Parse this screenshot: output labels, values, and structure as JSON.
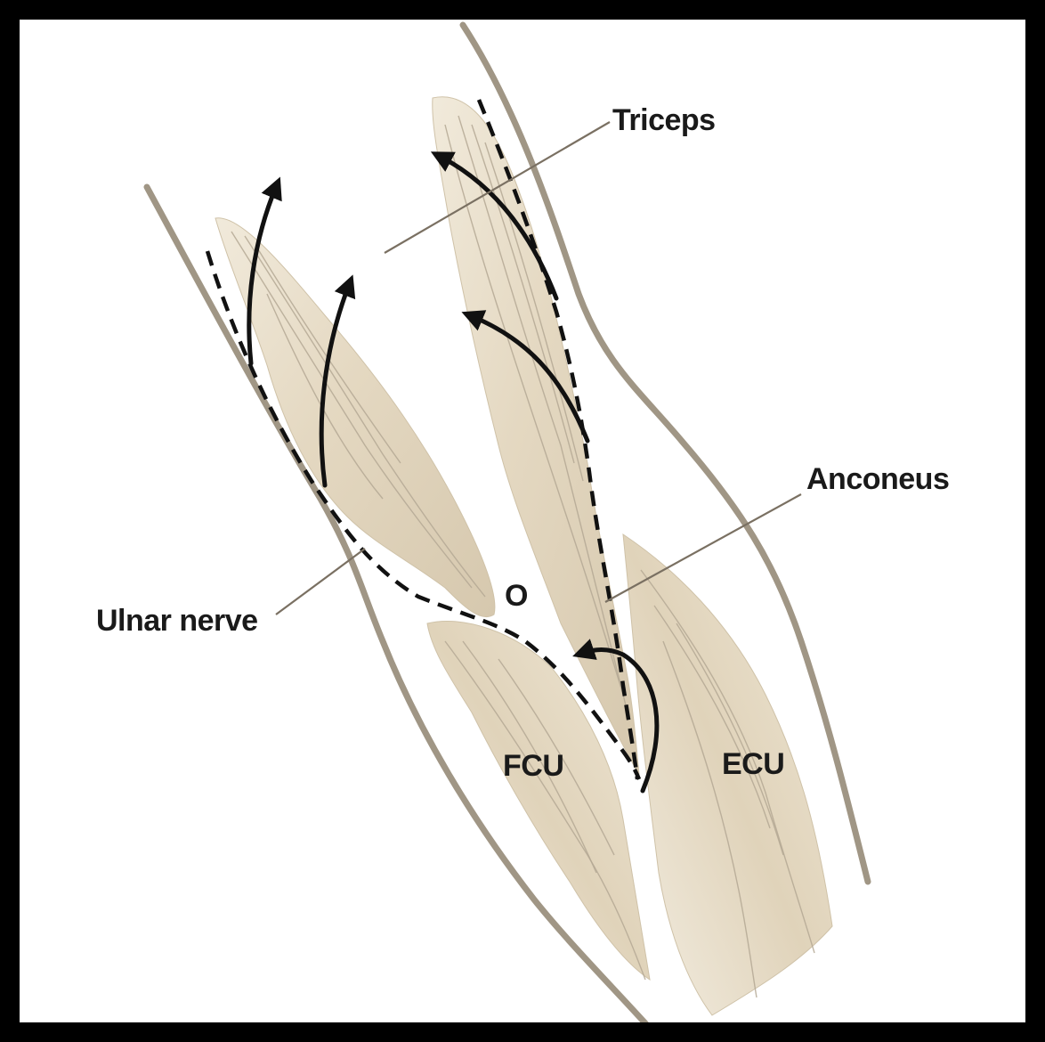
{
  "figure": {
    "labels": {
      "triceps": "Triceps",
      "anconeus": "Anconeus",
      "ulnar_nerve": "Ulnar nerve",
      "olecranon": "O",
      "fcu": "FCU",
      "ecu": "ECU"
    },
    "colors": {
      "frame": "#000000",
      "background": "#ffffff",
      "muscle": "#e6dcc6",
      "skin_outline": "#a09685",
      "nerve_and_arrows": "#111111"
    },
    "icons": [
      "arrow-icon"
    ]
  }
}
